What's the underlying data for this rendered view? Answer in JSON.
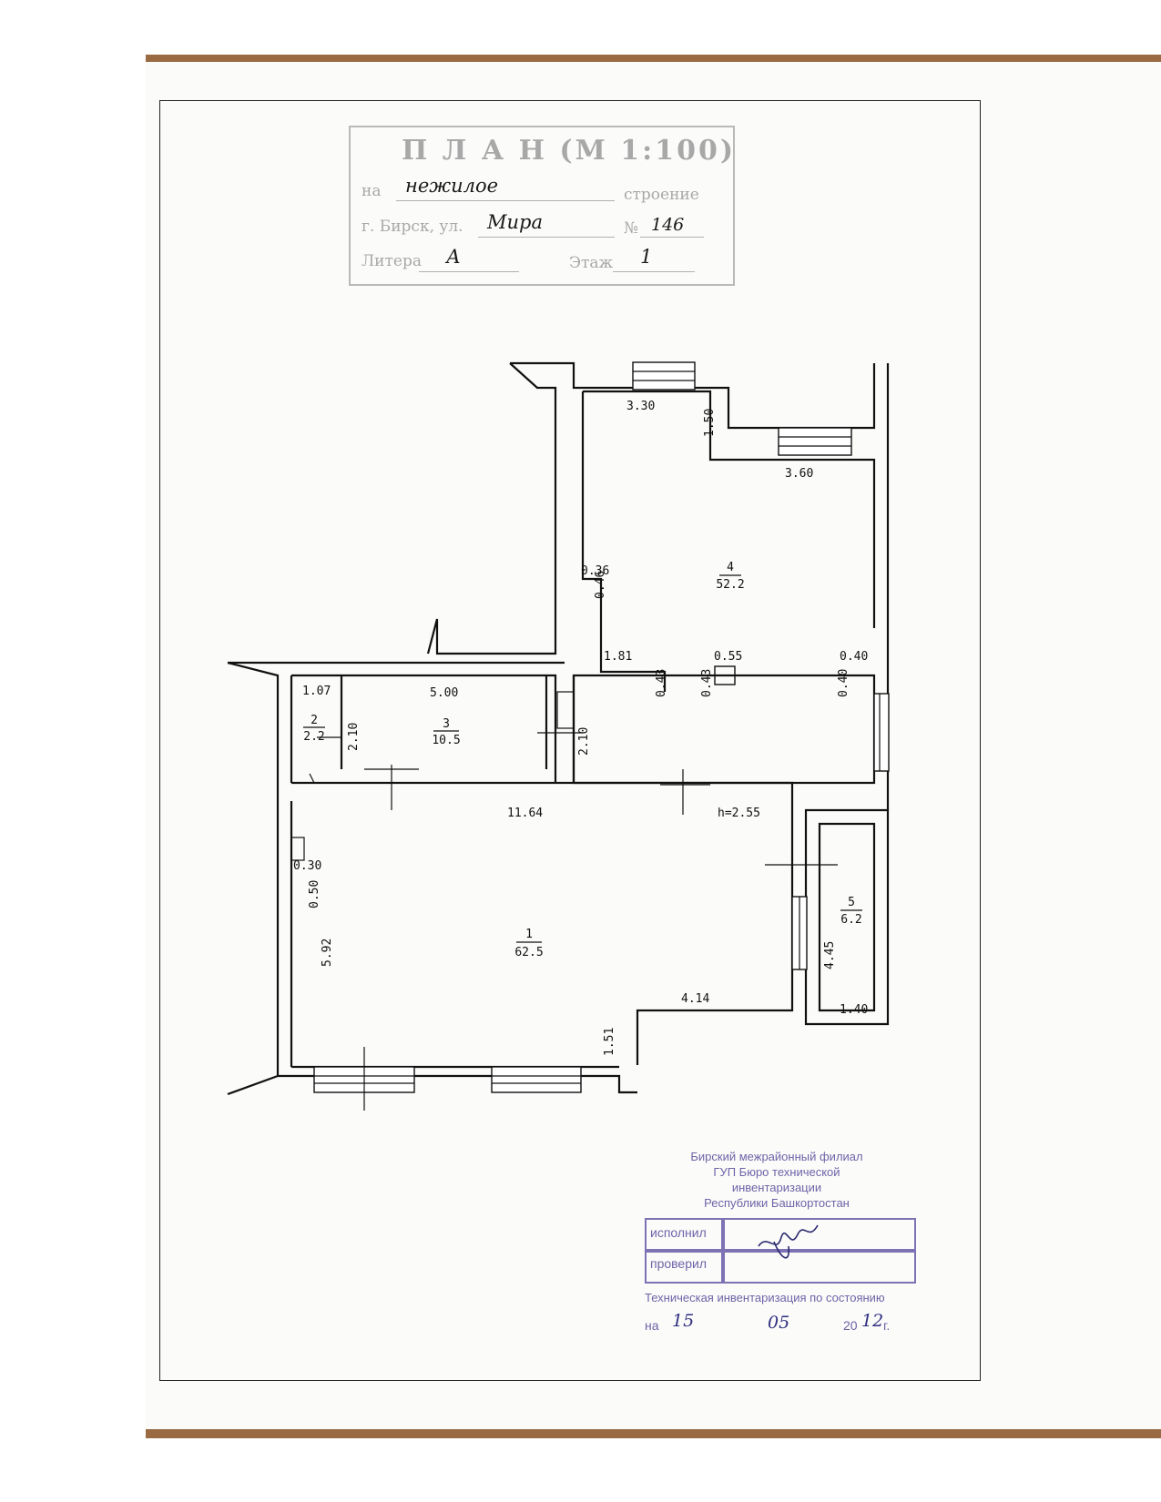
{
  "title_stamp": {
    "title": "П Л А Н   (М 1:100)",
    "label_na": "на",
    "value_na": "нежилое",
    "label_stroenie": "строение",
    "label_address": "г. Бирск, ул.",
    "value_street": "Мира",
    "label_no": "№",
    "value_no": "146",
    "label_litera": "Литера",
    "value_litera": "А",
    "label_etazh": "Этаж",
    "value_etazh": "1"
  },
  "rooms": [
    {
      "num": "1",
      "area": "62.5"
    },
    {
      "num": "2",
      "area": "2.2"
    },
    {
      "num": "3",
      "area": "10.5"
    },
    {
      "num": "4",
      "area": "52.2"
    },
    {
      "num": "5",
      "area": "6.2"
    }
  ],
  "dimensions": {
    "d330": "3.30",
    "d150": "1.50",
    "d360": "3.60",
    "d036": "0.36",
    "d046": "0.46",
    "d181": "1.81",
    "d043a": "0.43",
    "d055": "0.55",
    "d043b": "0.43",
    "d040a": "0.40",
    "d040b": "0.40",
    "d107": "1.07",
    "d500": "5.00",
    "d210a": "2.10",
    "d210b": "2.10",
    "d1164": "11.64",
    "height": "h=2.55",
    "d030": "0.30",
    "d050": "0.50",
    "d592": "5.92",
    "d414": "4.14",
    "d445": "4.45",
    "d140": "1.40",
    "d151": "1.51"
  },
  "bureau_stamp": {
    "org_line1": "Бирский межрайонный филиал",
    "org_line2": "ГУП Бюро технической",
    "org_line3": "инвентаризации",
    "org_line4": "Республики Башкортостан",
    "label_executed": "исполнил",
    "label_checked": "проверил",
    "inventory_text": "Техническая инвентаризация по состоянию",
    "label_day": "на",
    "day": "15",
    "month": "05",
    "year_prefix": "20",
    "year_hand": "12",
    "year_suffix": "г."
  },
  "colors": {
    "background": "#ffffff",
    "paper": "#fbfbf9",
    "wood": "#9a6b43",
    "stamp_gray": "#a8a8a8",
    "stamp_violet": "#6f63a8"
  }
}
